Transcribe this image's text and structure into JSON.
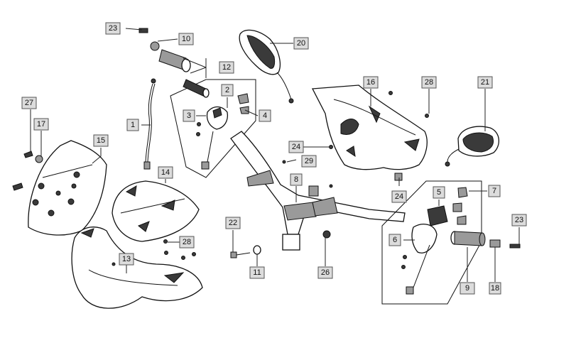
{
  "diagram": {
    "callouts": [
      {
        "id": "c1",
        "label": "1"
      },
      {
        "id": "c2",
        "label": "2"
      },
      {
        "id": "c3",
        "label": "3"
      },
      {
        "id": "c4",
        "label": "4"
      },
      {
        "id": "c5",
        "label": "5"
      },
      {
        "id": "c6",
        "label": "6"
      },
      {
        "id": "c7",
        "label": "7"
      },
      {
        "id": "c8",
        "label": "8"
      },
      {
        "id": "c9",
        "label": "9"
      },
      {
        "id": "c10",
        "label": "10"
      },
      {
        "id": "c11",
        "label": "11"
      },
      {
        "id": "c12",
        "label": "12"
      },
      {
        "id": "c13",
        "label": "13"
      },
      {
        "id": "c14",
        "label": "14"
      },
      {
        "id": "c15",
        "label": "15"
      },
      {
        "id": "c16",
        "label": "16"
      },
      {
        "id": "c17",
        "label": "17"
      },
      {
        "id": "c18",
        "label": "18"
      },
      {
        "id": "c20",
        "label": "20"
      },
      {
        "id": "c21",
        "label": "21"
      },
      {
        "id": "c22",
        "label": "22"
      },
      {
        "id": "c23a",
        "label": "23"
      },
      {
        "id": "c23b",
        "label": "23"
      },
      {
        "id": "c24a",
        "label": "24"
      },
      {
        "id": "c24b",
        "label": "24"
      },
      {
        "id": "c26",
        "label": "26"
      },
      {
        "id": "c27",
        "label": "27"
      },
      {
        "id": "c28a",
        "label": "28"
      },
      {
        "id": "c28b",
        "label": "28"
      },
      {
        "id": "c29",
        "label": "29"
      }
    ]
  }
}
